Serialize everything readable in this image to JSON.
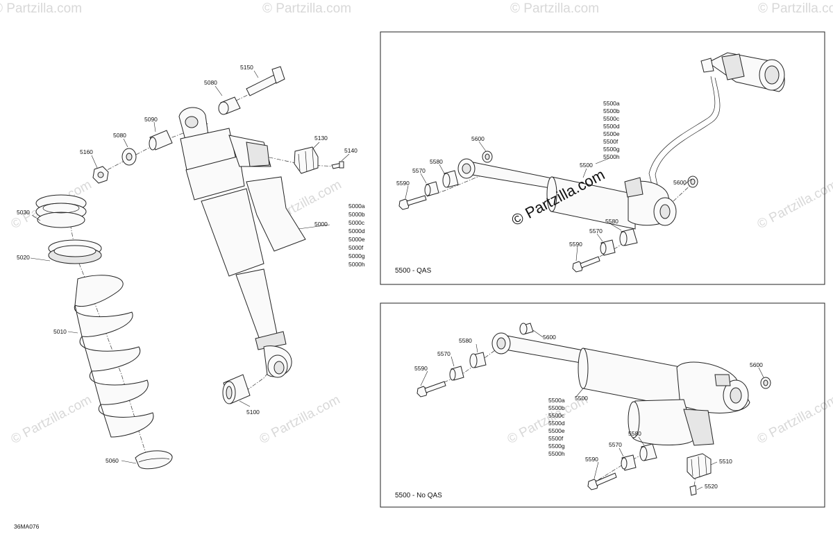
{
  "drawing_code": "36MA076",
  "brand_mark": "© Partzilla.com",
  "watermark_text": "© Partzilla.com",
  "left_assembly": {
    "labels": {
      "p5150": "5150",
      "p5080a": "5080",
      "p5090": "5090",
      "p5080b": "5080",
      "p5160": "5160",
      "p5130": "5130",
      "p5140": "5140",
      "p5030": "5030",
      "p5020": "5020",
      "p5010": "5010",
      "p5060": "5060",
      "p5000": "5000",
      "p5100": "5100"
    },
    "variants_5000": [
      "5000a",
      "5000b",
      "5000c",
      "5000d",
      "5000e",
      "5000f",
      "5000g",
      "5000h"
    ]
  },
  "panel_qas": {
    "caption": "5500 - QAS",
    "labels": {
      "p5600a": "5600",
      "p5580a": "5580",
      "p5570a": "5570",
      "p5590a": "5590",
      "p5500": "5500",
      "p5600b": "5600",
      "p5580b": "5580",
      "p5570b": "5570",
      "p5590b": "5590"
    },
    "variants_5500": [
      "5500a",
      "5500b",
      "5500c",
      "5500d",
      "5500e",
      "5500f",
      "5500g",
      "5500h"
    ]
  },
  "panel_noqas": {
    "caption": "5500 - No QAS",
    "labels": {
      "p5580a": "5580",
      "p5600a": "5600",
      "p5570a": "5570",
      "p5590a": "5590",
      "p5500": "5500",
      "p5600b": "5600",
      "p5580b": "5580",
      "p5570b": "5570",
      "p5590b": "5590",
      "p5510": "5510",
      "p5520": "5520"
    },
    "variants_5500": [
      "5500a",
      "5500b",
      "5500c",
      "5500d",
      "5500e",
      "5500f",
      "5500g",
      "5500h"
    ]
  }
}
